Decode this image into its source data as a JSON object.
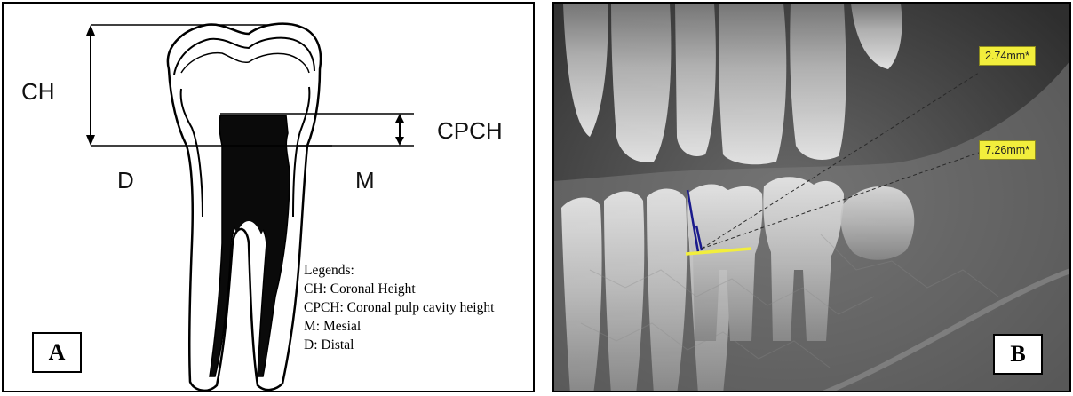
{
  "panel_a": {
    "tag": "A",
    "labels": {
      "ch": "CH",
      "cpch": "CPCH",
      "d": "D",
      "m": "M"
    },
    "legend": {
      "title": "Legends:",
      "items": [
        "CH: Coronal Height",
        "CPCH: Coronal pulp cavity height",
        "M: Mesial",
        "D: Distal"
      ]
    }
  },
  "panel_b": {
    "tag": "B",
    "measurements": [
      "2.74mm*",
      "7.26mm*"
    ]
  },
  "colors": {
    "highlight": "#f2ee3c",
    "measure_line": "#1a1a8c",
    "border": "#000000"
  }
}
